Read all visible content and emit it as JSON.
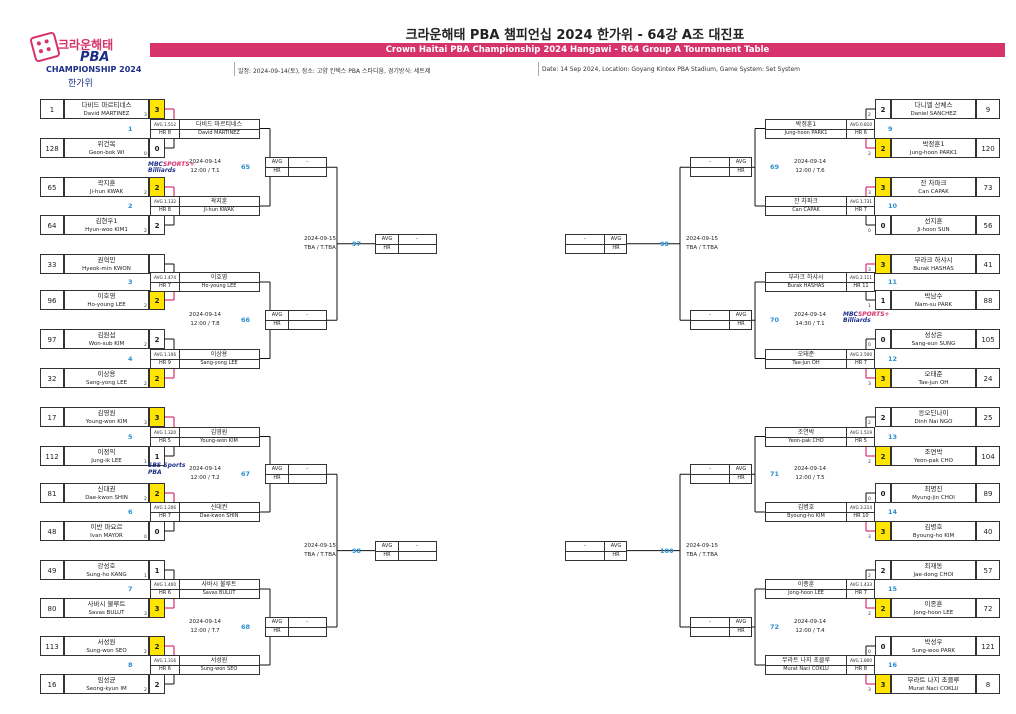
{
  "logo": {
    "kr": "크라운해태",
    "pba": "PBA",
    "champ": "CHAMPIONSHIP 2024",
    "sub": "한가위"
  },
  "title_kr": "크라운해태 PBA 챔피언십 2024 한가위 - 64강 A조 대진표",
  "title_en": "Crown Haitai PBA Championship 2024 Hangawi - R64 Group A Tournament Table",
  "info_kr": "일정: 2024-09-14(토), 장소: 고양 킨텍스 PBA 스타디움, 경기방식: 세트제",
  "info_en": "Date: 14 Sep 2024, Location: Goyang Kintex PBA Stadium, Game System: Set System",
  "colors": {
    "accent": "#d6336c",
    "match_number": "#2a8fd0",
    "winner": "#ffe500"
  },
  "placeholders": {
    "avg": "AVG",
    "hr": "HR",
    "dash": "-"
  },
  "sponsors": {
    "mbc1": "MBC",
    "mbc2": "SPORTS+",
    "mbc3": "Billiards",
    "sbs1": "SBS Sports",
    "sbs2": "PBA"
  },
  "left_matches": [
    {
      "a": {
        "seed": "1",
        "kr": "다비드 마르티네스",
        "en": "David MARTINEZ",
        "score": "3",
        "win": true
      },
      "b": {
        "seed": "128",
        "kr": "위건복",
        "en": "Geon-bok WI",
        "score": "0",
        "win": false
      },
      "num": "1",
      "winner": {
        "avg": "AVG 1.512",
        "hr": "HR 8",
        "kr": "다비드 마르티네스",
        "en": "David MARTINEZ"
      }
    },
    {
      "a": {
        "seed": "65",
        "kr": "곽지훈",
        "en": "Ji-hun KWAK",
        "score": "2",
        "win": true
      },
      "b": {
        "seed": "64",
        "kr": "김현우1",
        "en": "Hyun-woo KIM1",
        "score": "2",
        "win": false
      },
      "num": "2",
      "winner": {
        "avg": "AVG 1.132",
        "hr": "HR 8",
        "kr": "곽지훈",
        "en": "Ji-hun KWAK"
      }
    },
    {
      "a": {
        "seed": "33",
        "kr": "권혁민",
        "en": "Hyeok-min KWON",
        "score": "",
        "win": false
      },
      "b": {
        "seed": "96",
        "kr": "이호영",
        "en": "Ho-young LEE",
        "score": "2",
        "win": true
      },
      "num": "3",
      "winner": {
        "avg": "AVG 1.474",
        "hr": "HR 7",
        "kr": "이호영",
        "en": "Ho-young LEE"
      }
    },
    {
      "a": {
        "seed": "97",
        "kr": "김원섭",
        "en": "Won-sub KIM",
        "score": "2",
        "win": false
      },
      "b": {
        "seed": "32",
        "kr": "이상용",
        "en": "Sang-yong LEE",
        "score": "2",
        "win": true
      },
      "num": "4",
      "winner": {
        "avg": "AVG 1.106",
        "hr": "HR 9",
        "kr": "이상용",
        "en": "Sang-yong LEE"
      }
    },
    {
      "a": {
        "seed": "17",
        "kr": "김영원",
        "en": "Young-won KIM",
        "score": "3",
        "win": true
      },
      "b": {
        "seed": "112",
        "kr": "이정익",
        "en": "Jung-ik LEE",
        "score": "1",
        "win": false
      },
      "num": "5",
      "winner": {
        "avg": "AVG 1.320",
        "hr": "HR 5",
        "kr": "김영원",
        "en": "Young-won KIM"
      }
    },
    {
      "a": {
        "seed": "81",
        "kr": "신대권",
        "en": "Dae-kwon SHIN",
        "score": "2",
        "win": true
      },
      "b": {
        "seed": "48",
        "kr": "이반 마요르",
        "en": "Ivan MAYOR",
        "score": "0",
        "win": false
      },
      "num": "6",
      "winner": {
        "avg": "AVG 1.206",
        "hr": "HR 7",
        "kr": "신대권",
        "en": "Dae-kwon SHIN"
      }
    },
    {
      "a": {
        "seed": "49",
        "kr": "강성호",
        "en": "Sung-ho KANG",
        "score": "1",
        "win": false
      },
      "b": {
        "seed": "80",
        "kr": "사바시 불루트",
        "en": "Savas BULUT",
        "score": "3",
        "win": true
      },
      "num": "7",
      "winner": {
        "avg": "AVG 1.400",
        "hr": "HR 6",
        "kr": "사바시 불루트",
        "en": "Savas BULUT"
      }
    },
    {
      "a": {
        "seed": "113",
        "kr": "서성원",
        "en": "Sung-won SEO",
        "score": "2",
        "win": true
      },
      "b": {
        "seed": "16",
        "kr": "임성균",
        "en": "Seong-kyun IM",
        "score": "2",
        "win": false
      },
      "num": "8",
      "winner": {
        "avg": "AVG 1.316",
        "hr": "HR 6",
        "kr": "서성원",
        "en": "Sung-won SEO"
      }
    }
  ],
  "right_matches": [
    {
      "a": {
        "seed": "9",
        "kr": "다니엘 산체스",
        "en": "Daniel SANCHEZ",
        "score": "2",
        "win": false
      },
      "b": {
        "seed": "120",
        "kr": "박정훈1",
        "en": "Jung-hoon PARK1",
        "score": "2",
        "win": true
      },
      "num": "9",
      "winner": {
        "avg": "AVG 0.810",
        "hr": "HR 6",
        "kr": "박정훈1",
        "en": "Jung-hoon PARK1"
      }
    },
    {
      "a": {
        "seed": "73",
        "kr": "잔 차파크",
        "en": "Can CAPAK",
        "score": "3",
        "win": true
      },
      "b": {
        "seed": "56",
        "kr": "선지훈",
        "en": "Ji-hoon SUN",
        "score": "0",
        "win": false
      },
      "num": "10",
      "winner": {
        "avg": "AVG 1.731",
        "hr": "HR 7",
        "kr": "잔 차파크",
        "en": "Can CAPAK"
      }
    },
    {
      "a": {
        "seed": "41",
        "kr": "부라크 하샤시",
        "en": "Burak HASHAS",
        "score": "3",
        "win": true
      },
      "b": {
        "seed": "88",
        "kr": "박남수",
        "en": "Nam-su PARK",
        "score": "1",
        "win": false
      },
      "num": "11",
      "winner": {
        "avg": "AVG 2.111",
        "hr": "HR 11",
        "kr": "부라크 하샤시",
        "en": "Burak HASHAS"
      }
    },
    {
      "a": {
        "seed": "105",
        "kr": "성상은",
        "en": "Sang-eun SUNG",
        "score": "0",
        "win": false
      },
      "b": {
        "seed": "24",
        "kr": "오태준",
        "en": "Tae-jun OH",
        "score": "3",
        "win": true
      },
      "num": "12",
      "winner": {
        "avg": "AVG 2.500",
        "hr": "HR 7",
        "kr": "오태준",
        "en": "Tae-jun OH"
      }
    },
    {
      "a": {
        "seed": "25",
        "kr": "응오딘나이",
        "en": "Dinh Nai NGO",
        "score": "2",
        "win": false
      },
      "b": {
        "seed": "104",
        "kr": "조연박",
        "en": "Yeon-pak CHO",
        "score": "2",
        "win": true
      },
      "num": "13",
      "winner": {
        "avg": "AVG 1.519",
        "hr": "HR 5",
        "kr": "조연박",
        "en": "Yeon-pak CHO"
      }
    },
    {
      "a": {
        "seed": "89",
        "kr": "최명진",
        "en": "Myung-jin CHOI",
        "score": "0",
        "win": false
      },
      "b": {
        "seed": "40",
        "kr": "김병호",
        "en": "Byoung-ho KIM",
        "score": "3",
        "win": true
      },
      "num": "14",
      "winner": {
        "avg": "AVG 3.214",
        "hr": "HR 10",
        "kr": "김병호",
        "en": "Byoung-ho KIM"
      }
    },
    {
      "a": {
        "seed": "57",
        "kr": "최재동",
        "en": "Jae-dong CHOI",
        "score": "2",
        "win": false
      },
      "b": {
        "seed": "72",
        "kr": "이종훈",
        "en": "Jong-hoon LEE",
        "score": "2",
        "win": true
      },
      "num": "15",
      "winner": {
        "avg": "AVG 1.433",
        "hr": "HR 7",
        "kr": "이종훈",
        "en": "Jong-hoon LEE"
      }
    },
    {
      "a": {
        "seed": "121",
        "kr": "박성우",
        "en": "Sung-woo PARK",
        "score": "0",
        "win": false
      },
      "b": {
        "seed": "8",
        "kr": "무라트 나지 초클루",
        "en": "Murat Naci COKLU",
        "score": "3",
        "win": true
      },
      "num": "16",
      "winner": {
        "avg": "AVG 1.800",
        "hr": "HR 8",
        "kr": "무라트 나지 초클루",
        "en": "Murat Naci COKLU"
      }
    }
  ],
  "left_r32": [
    {
      "num": "65",
      "date": "2024-09-14",
      "time": "12:00 / T.1"
    },
    {
      "num": "66",
      "date": "2024-09-14",
      "time": "12:00 / T.8"
    },
    {
      "num": "67",
      "date": "2024-09-14",
      "time": "12:00 / T.2"
    },
    {
      "num": "68",
      "date": "2024-09-14",
      "time": "12:00 / T.7"
    }
  ],
  "right_r32": [
    {
      "num": "69",
      "date": "2024-09-14",
      "time": "12:00 / T.6"
    },
    {
      "num": "70",
      "date": "2024-09-14",
      "time": "14:30 / T.1"
    },
    {
      "num": "71",
      "date": "2024-09-14",
      "time": "12:00 / T.5"
    },
    {
      "num": "72",
      "date": "2024-09-14",
      "time": "12:00 / T.4"
    }
  ],
  "left_r16": [
    {
      "num": "97",
      "date": "2024-09-15",
      "time": "TBA / T.TBA"
    },
    {
      "num": "98",
      "date": "2024-09-15",
      "time": "TBA / T.TBA"
    }
  ],
  "right_r16": [
    {
      "num": "99",
      "date": "2024-09-15",
      "time": "TBA / T.TBA"
    },
    {
      "num": "100",
      "date": "2024-09-15",
      "time": "TBA / T.TBA"
    }
  ]
}
